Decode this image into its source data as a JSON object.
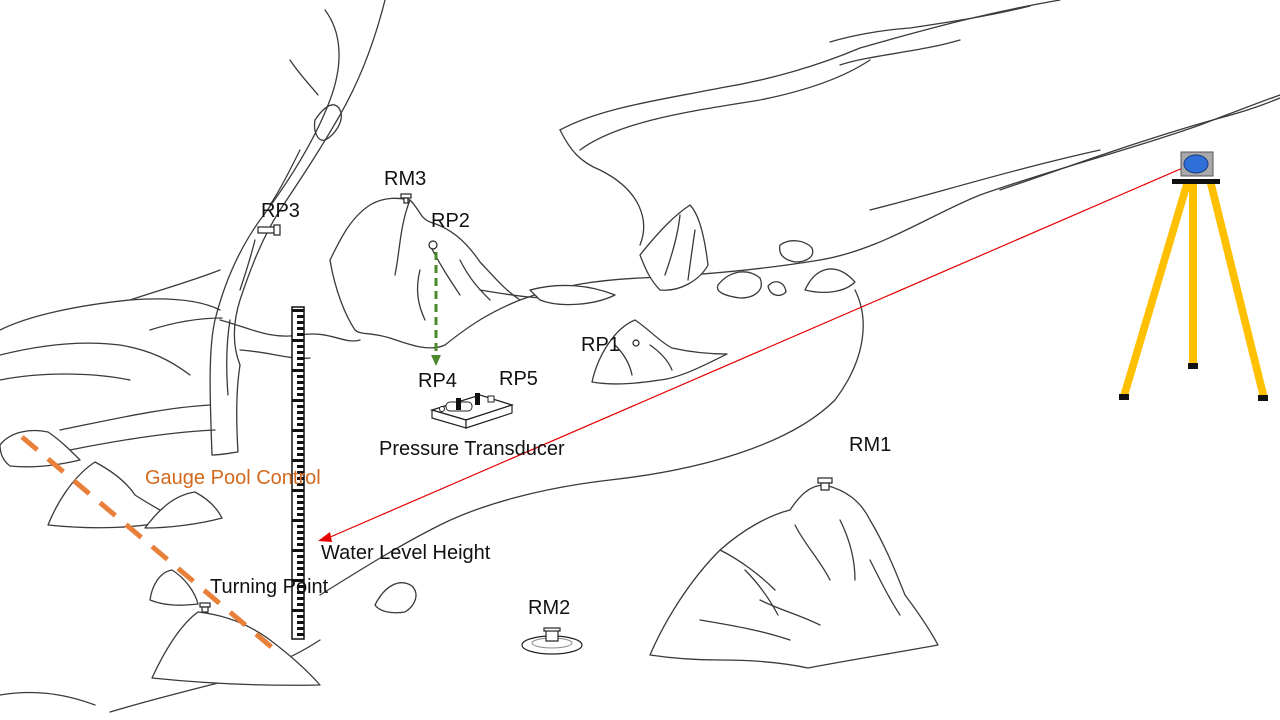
{
  "labels": {
    "rm3": "RM3",
    "rp3": "RP3",
    "rp2": "RP2",
    "rp1": "RP1",
    "rp4": "RP4",
    "rp5": "RP5",
    "pressure_transducer": "Pressure Transducer",
    "rm1": "RM1",
    "gauge_pool_control": "Gauge Pool Control",
    "water_level_height": "Water Level Height",
    "turning_point": "Turning Point",
    "rm2": "RM2"
  },
  "colors": {
    "label_text": "#111111",
    "gauge_pool_control": "#d2691e",
    "control_line": "#e8803a",
    "sight_line": "#e60000",
    "transfer_arrow": "#4a8a2a",
    "tripod": "#ffc000",
    "instrument_body": "#a9a9a9",
    "instrument_lens": "#2e6fd8",
    "sketch_ink": "#3a3a3a"
  },
  "icons": {
    "survey_instrument": "level-on-tripod-icon",
    "level_rod": "leveling-rod-icon",
    "pressure_transducer": "transducer-box-icon"
  }
}
